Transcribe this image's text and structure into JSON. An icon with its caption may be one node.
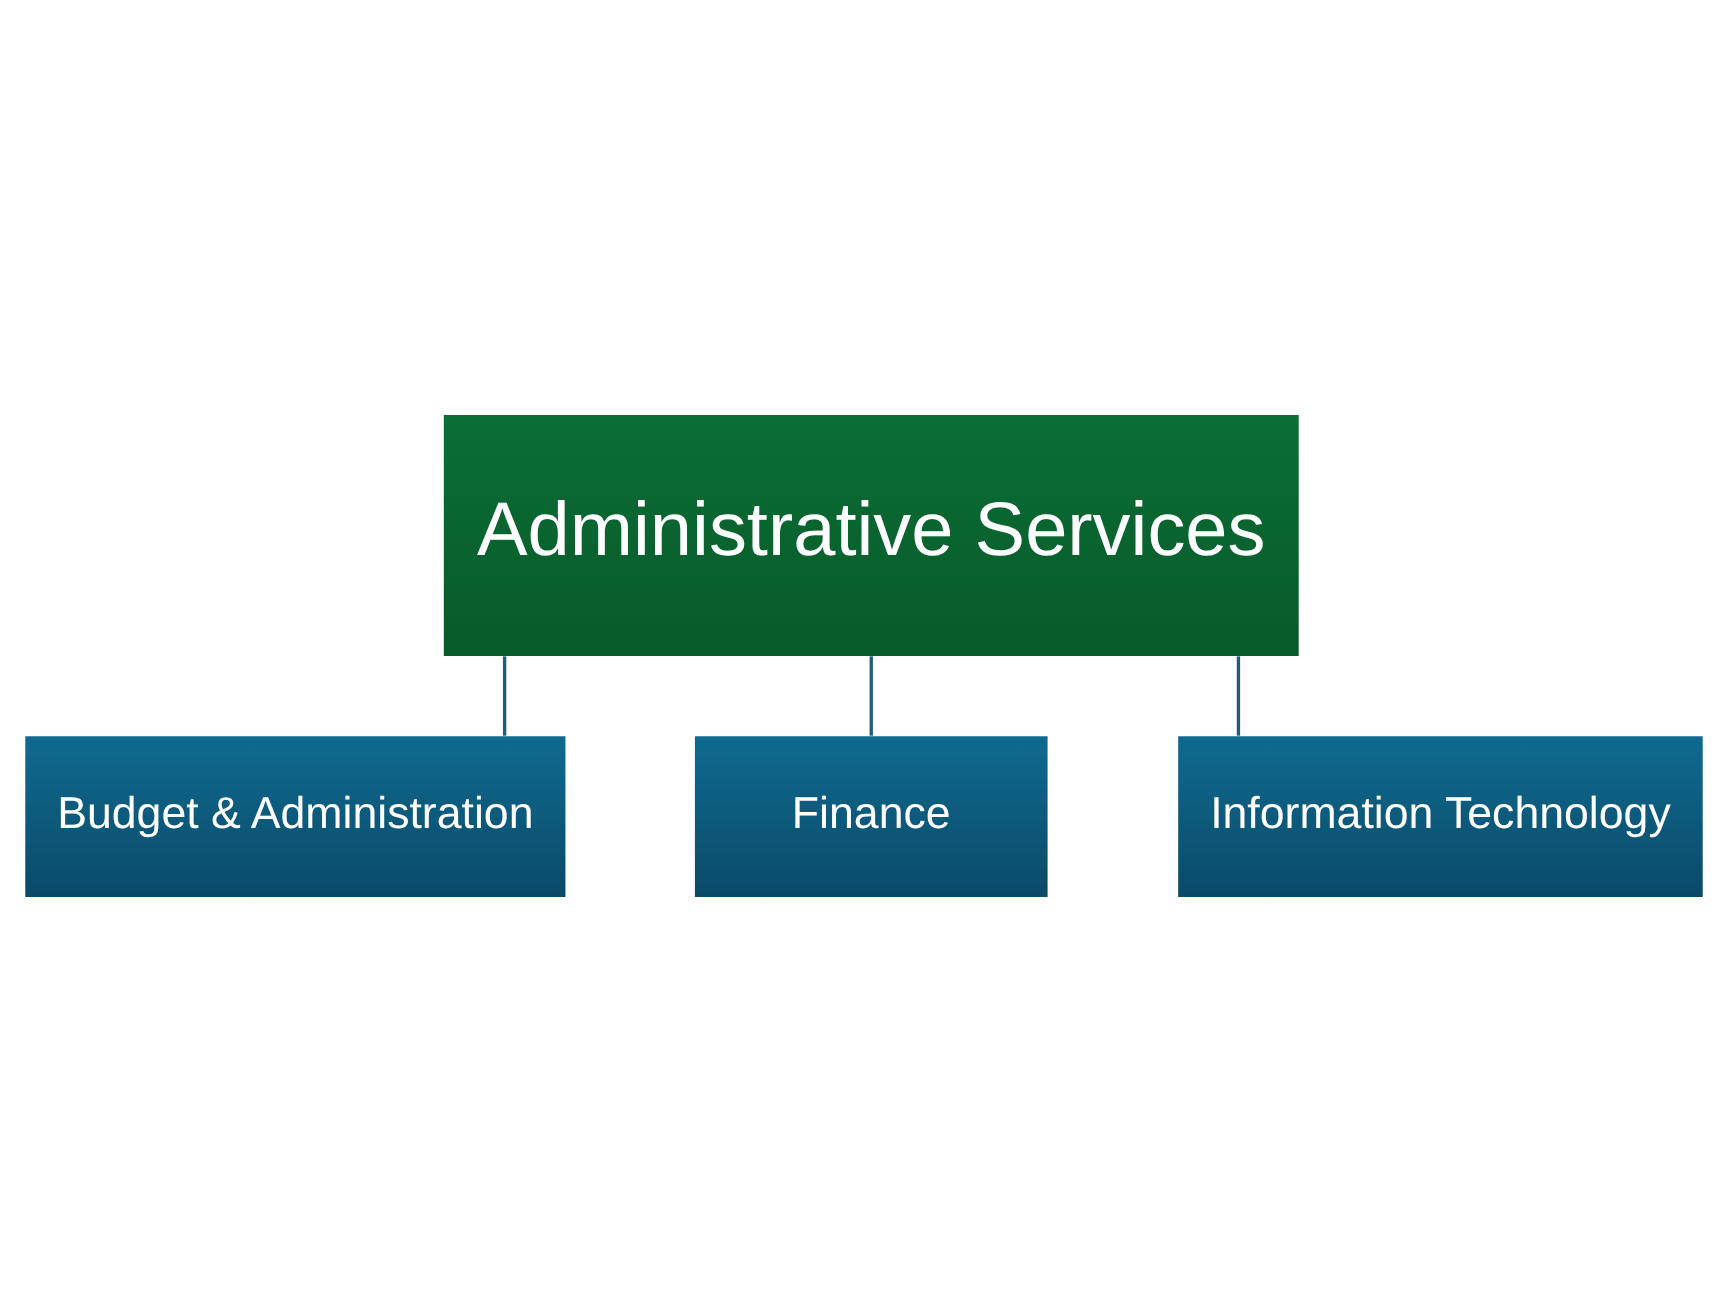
{
  "diagram": {
    "nodes": [
      {
        "text": [
          "Administrative Services"
        ]
      },
      {
        "text": [
          "Budget & Administration"
        ]
      },
      {
        "text": [
          "Finance"
        ]
      },
      {
        "text": [
          "Information Technology"
        ]
      }
    ],
    "edges": [
      {
        "from": 0,
        "to": 1,
        "arrow": "none"
      },
      {
        "from": 0,
        "to": 2,
        "arrow": "none"
      },
      {
        "from": 0,
        "to": 3,
        "arrow": "none"
      }
    ]
  }
}
